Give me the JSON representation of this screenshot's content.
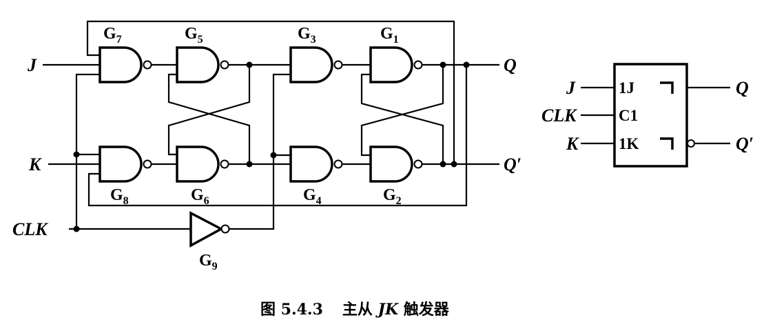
{
  "gates": [
    {
      "name": "G",
      "sub": "7"
    },
    {
      "name": "G",
      "sub": "5"
    },
    {
      "name": "G",
      "sub": "3"
    },
    {
      "name": "G",
      "sub": "1"
    },
    {
      "name": "G",
      "sub": "8"
    },
    {
      "name": "G",
      "sub": "6"
    },
    {
      "name": "G",
      "sub": "4"
    },
    {
      "name": "G",
      "sub": "2"
    },
    {
      "name": "G",
      "sub": "9"
    }
  ],
  "signals": {
    "j": "J",
    "k": "K",
    "clk": "CLK",
    "q": "Q",
    "qn": "Q′"
  },
  "symbol": {
    "in_j": "1J",
    "in_c": "C1",
    "in_k": "1K",
    "j": "J",
    "clk": "CLK",
    "k": "K",
    "q": "Q",
    "qn": "Q′"
  },
  "caption": {
    "number": "图 5.4.3",
    "title_pre": "主从 ",
    "title_jk": "JK",
    "title_post": " 触发器"
  }
}
